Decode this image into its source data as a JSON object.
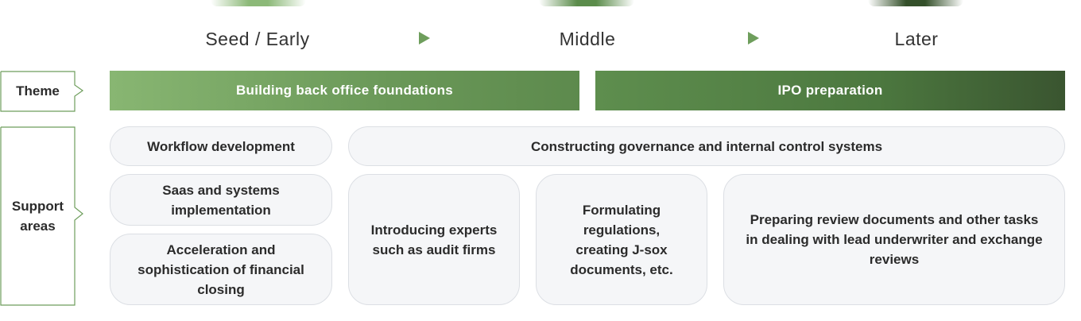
{
  "stages": [
    "Seed / Early",
    "Middle",
    "Later"
  ],
  "theme": {
    "label": "Theme",
    "items": [
      "Building back office foundations",
      "IPO preparation"
    ]
  },
  "support": {
    "label": "Support areas",
    "items": {
      "workflow": "Workflow development",
      "governance": "Constructing governance and internal control systems",
      "saas": "Saas and systems implementation",
      "acceleration": "Acceleration and sophistication of financial closing",
      "experts": "Introducing experts such as audit firms",
      "regulations": "Formulating regulations, creating J-sox documents, etc.",
      "review": "Preparing review documents and other tasks in dealing with lead underwriter and exchange reviews"
    }
  },
  "colors": {
    "accent_light": "#88b672",
    "accent_mid": "#5e8e4e",
    "accent_dark": "#3a5530",
    "box_bg": "#f5f6f8"
  }
}
